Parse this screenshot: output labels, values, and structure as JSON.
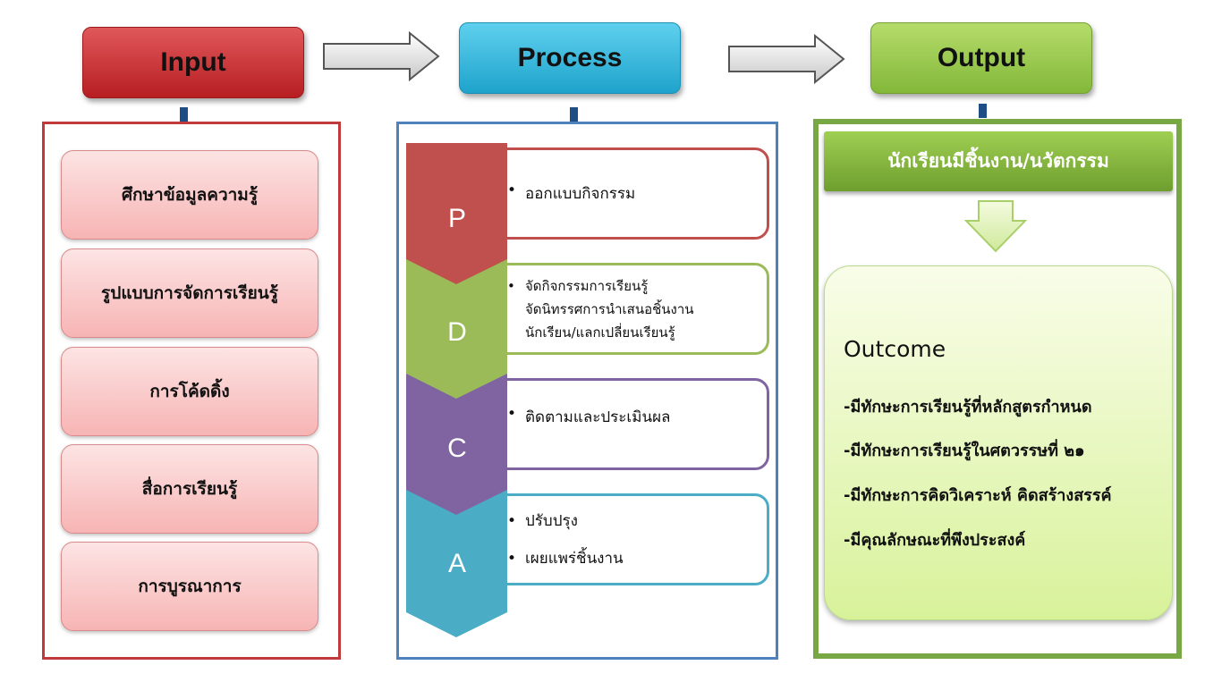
{
  "headers": {
    "input": "Input",
    "process": "Process",
    "output": "Output"
  },
  "input_items": [
    "ศึกษาข้อมูลความรู้",
    "รูปแบบการจัดการเรียนรู้",
    "การโค้ดดิ้ง",
    "สื่อการเรียนรู้",
    "การบูรณาการ"
  ],
  "process_steps": [
    {
      "letter": "P",
      "color": "#c0504d",
      "bullets": [
        "ออกแบบกิจกรรม"
      ]
    },
    {
      "letter": "D",
      "color": "#9bbb59",
      "bullets": [
        "จัดกิจกรรมการเรียนรู้",
        "จัดนิทรรศการนำเสนอชิ้นงาน",
        "นักเรียน/แลกเปลี่ยนเรียนรู้"
      ]
    },
    {
      "letter": "C",
      "color": "#8064a2",
      "bullets": [
        "ติดตามและประเมินผล"
      ]
    },
    {
      "letter": "A",
      "color": "#4bacc6",
      "bullets": [
        "ปรับปรุง",
        "เผยแพร่ชิ้นงาน"
      ]
    }
  ],
  "output": {
    "banner": "นักเรียนมีชิ้นงาน/นวัตกรรม",
    "outcome_title": "Outcome",
    "outcome_items": [
      "-มีทักษะการเรียนรู้ที่หลักสูตรกำหนด",
      "-มีทักษะการเรียนรู้ในศตวรรษที่ ๒๑",
      "-มีทักษะการคิดวิเคราะห์ คิดสร้างสรรค์",
      "-มีคุณลักษณะที่พึงประสงค์"
    ]
  }
}
